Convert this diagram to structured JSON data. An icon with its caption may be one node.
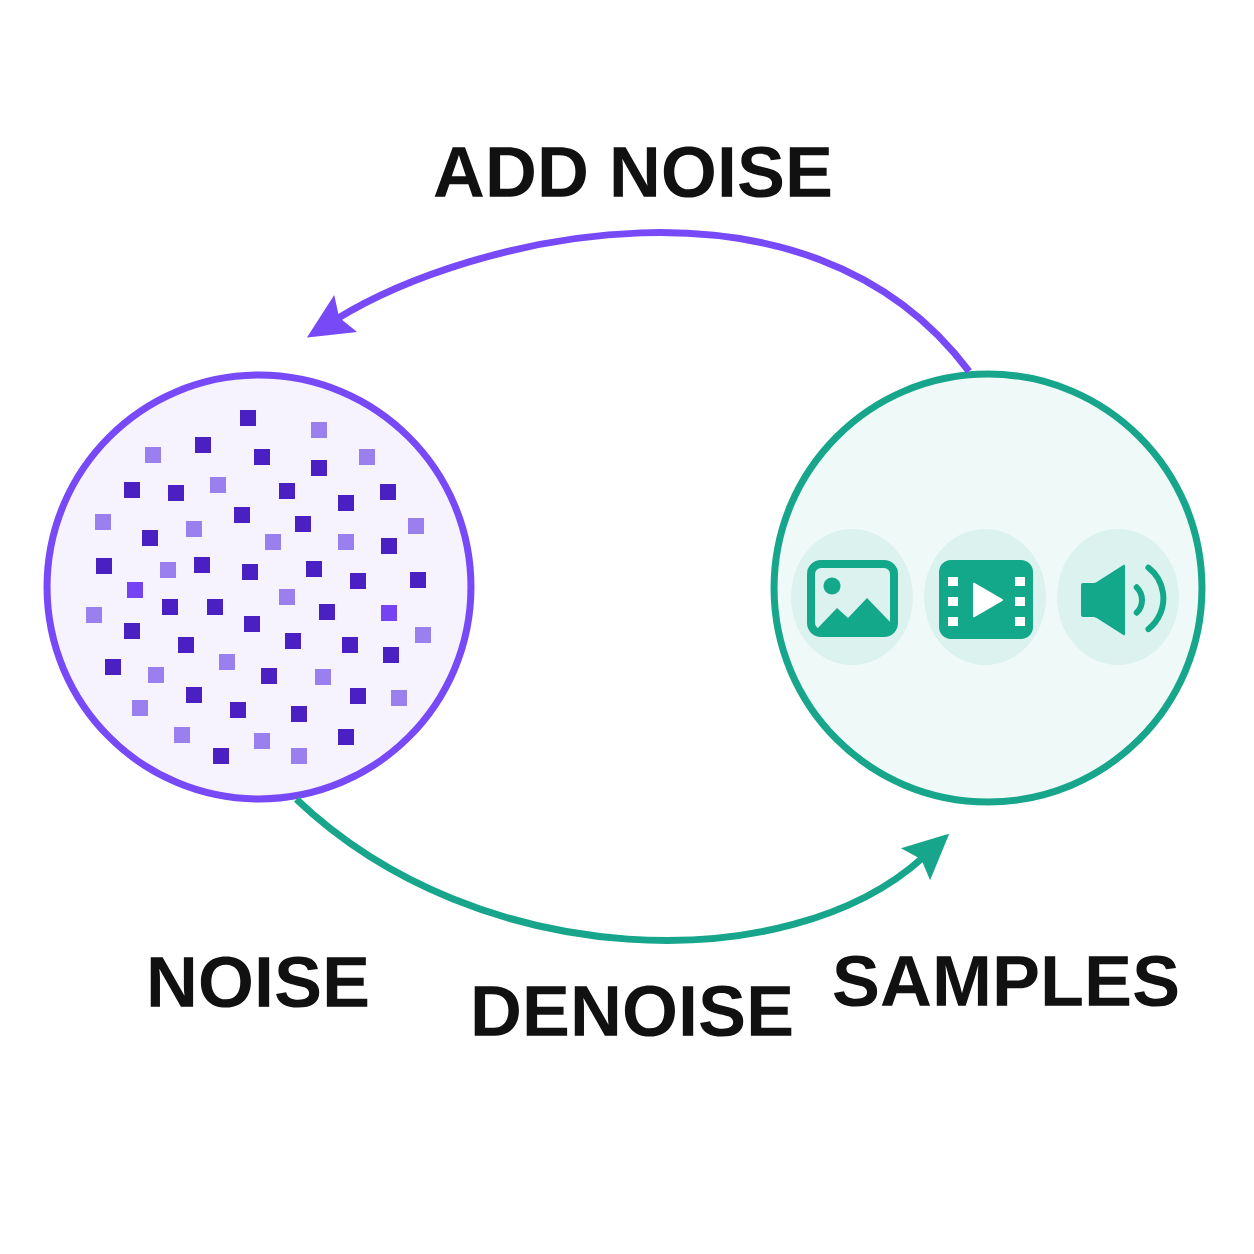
{
  "diagram": {
    "nodes": [
      {
        "text": [
          "NOISE"
        ]
      },
      {
        "text": [
          "SAMPLES"
        ]
      }
    ],
    "edges": [
      {
        "from": 1,
        "to": 0,
        "arrow": "to",
        "label": "ADD NOISE",
        "color": "#7749f7"
      },
      {
        "from": 0,
        "to": 1,
        "arrow": "to",
        "label": "DENOISE",
        "color": "#17a68b"
      }
    ]
  }
}
